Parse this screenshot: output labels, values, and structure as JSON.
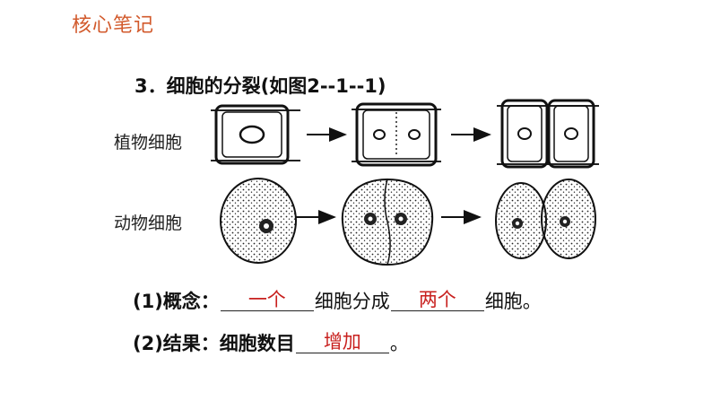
{
  "header": {
    "title": "核心笔记"
  },
  "section": {
    "title": "3．细胞的分裂(如图2--1--1)"
  },
  "rows": {
    "plant_label": "植物细胞",
    "animal_label": "动物细胞"
  },
  "questions": {
    "q1": {
      "prefix": "(1)概念：",
      "answer1": "一个",
      "middle": "细胞分成",
      "answer2": "两个",
      "suffix": "细胞。"
    },
    "q2": {
      "prefix": "(2)结果：细胞数目",
      "answer": "增加",
      "suffix": "。"
    }
  },
  "colors": {
    "header": "#d25a2c",
    "answer": "#c8201e"
  }
}
